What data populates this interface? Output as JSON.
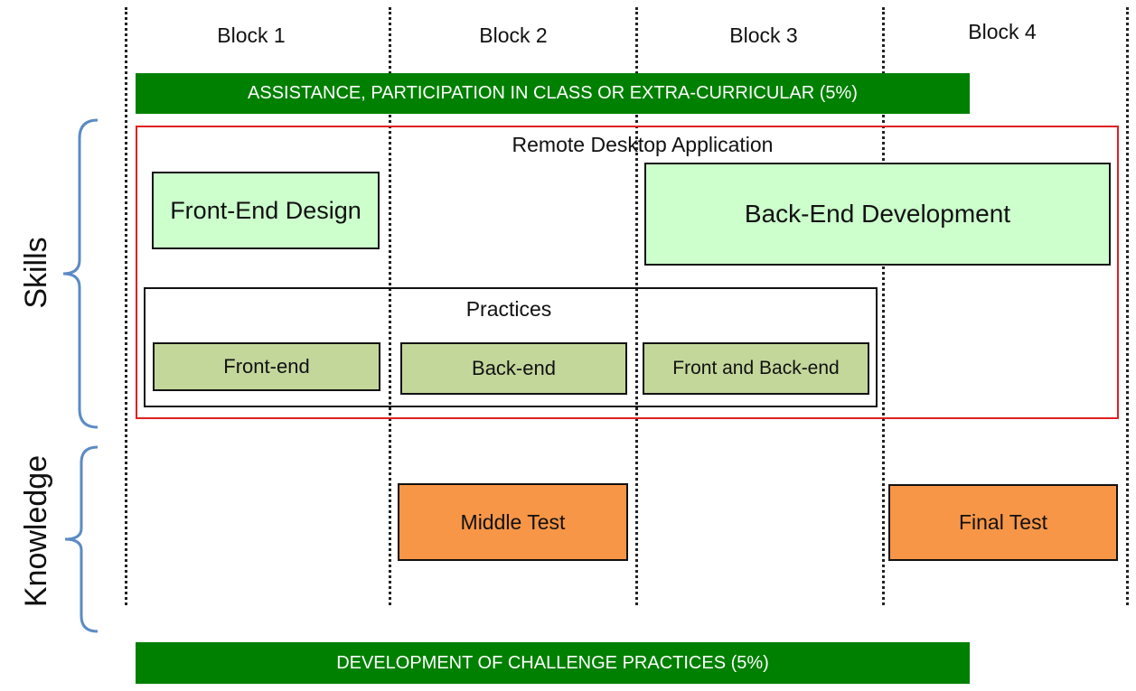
{
  "blocks": [
    "Block 1",
    "Block 2",
    "Block 3",
    "Block 4"
  ],
  "top_bar": "ASSISTANCE, PARTICIPATION IN CLASS OR EXTRA-CURRICULAR (5%)",
  "bottom_bar": "DEVELOPMENT OF CHALLENGE PRACTICES (5%)",
  "skills": {
    "label": "Skills",
    "project_title": "Remote Desktop Application",
    "front_end_design": "Front-End Design",
    "back_end_development": "Back-End Development",
    "practices": {
      "title": "Practices",
      "items": [
        "Front-end",
        "Back-end",
        "Front and Back-end"
      ]
    }
  },
  "knowledge": {
    "label": "Knowledge",
    "middle_test": "Middle Test",
    "final_test": "Final Test"
  },
  "colors": {
    "green_bar": "#008000",
    "light_green": "#ccffcc",
    "practice_green": "#c4d79b",
    "test_orange": "#f79646",
    "frame_red": "#e02020",
    "bracket_blue": "#5b8bc4"
  }
}
